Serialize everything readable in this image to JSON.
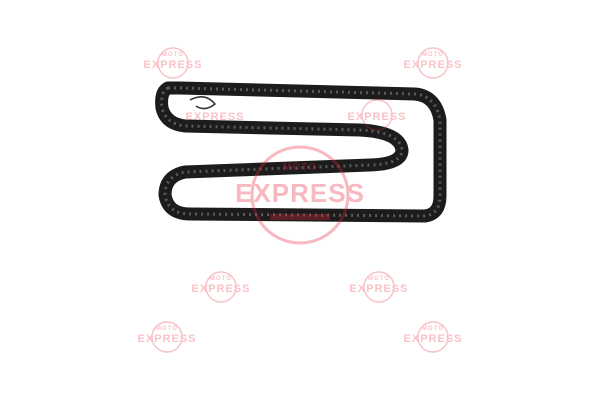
{
  "watermark": {
    "brand": "MOTO",
    "name": "EXPRESS",
    "colors": {
      "red": "#e8253b",
      "black": "#111111"
    }
  },
  "product": {
    "subject": "roller-chain-photo",
    "colors": {
      "chain": "#1c1c1c",
      "background": "#ffffff"
    }
  }
}
